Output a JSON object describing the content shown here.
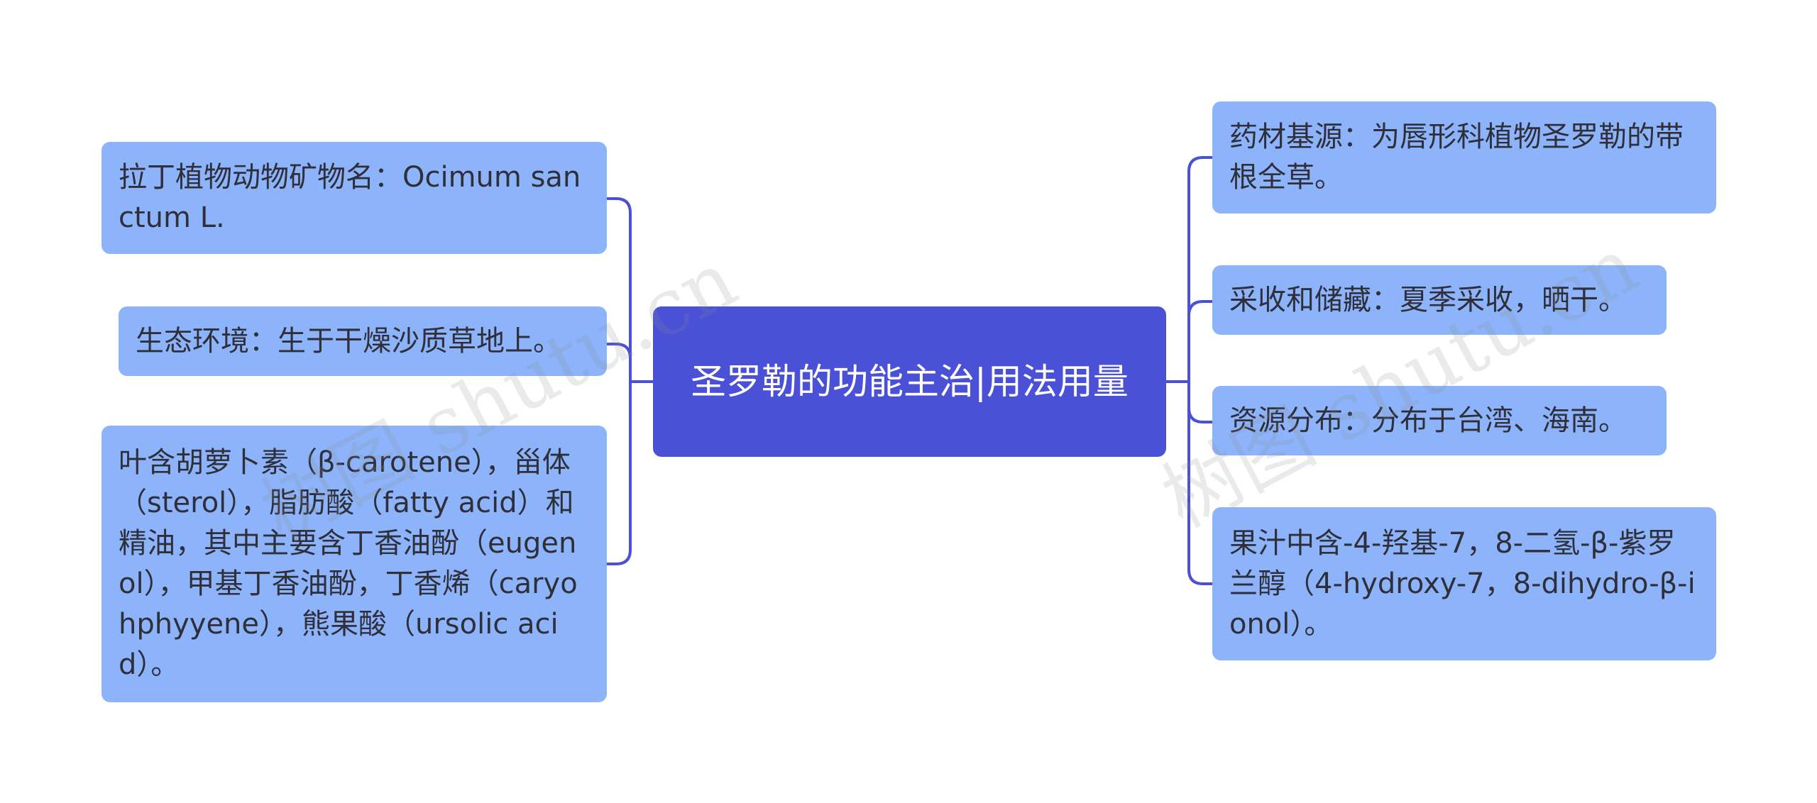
{
  "center": {
    "title": "圣罗勒的功能主治|用法用量"
  },
  "left_nodes": [
    {
      "text": "拉丁植物动物矿物名：Ocimum sanctum L."
    },
    {
      "text": "生态环境：生于干燥沙质草地上。"
    },
    {
      "text": "叶含胡萝卜素（β-carotene），甾体（sterol），脂肪酸（fatty acid）和精油，其中主要含丁香油酚（eugenol），甲基丁香油酚，丁香烯（caryohphyyene），熊果酸（ursolic acid）。"
    }
  ],
  "right_nodes": [
    {
      "text": "药材基源：为唇形科植物圣罗勒的带根全草。"
    },
    {
      "text": "采收和储藏：夏季采收，晒干。"
    },
    {
      "text": "资源分布：分布于台湾、海南。"
    },
    {
      "text": "果汁中含-4-羟基-7，8-二氢-β-紫罗兰醇（4-hydroxy-7，8-dihydro-β-ionol）。"
    }
  ],
  "watermarks": [
    {
      "text": "树图 shutu.cn"
    },
    {
      "text": "树图 shutu.cn"
    }
  ],
  "colors": {
    "center_fill": "#4a51d6",
    "node_fill": "#8db4fb",
    "connector": "#4a51d6"
  }
}
